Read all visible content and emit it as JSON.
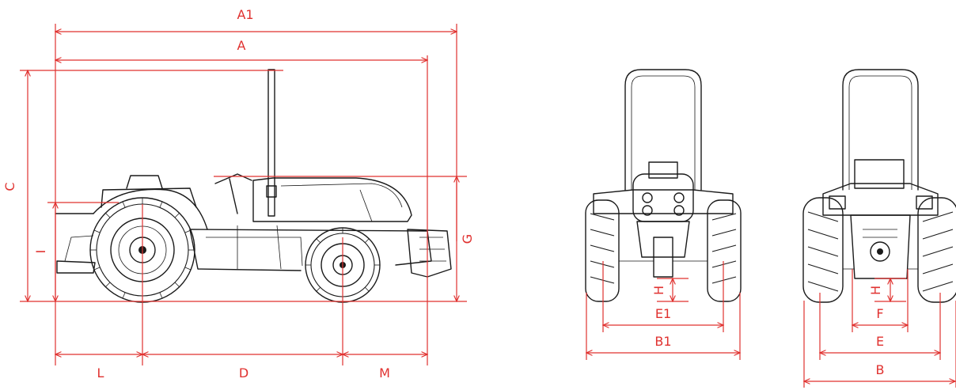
{
  "colors": {
    "dimension": "#e0312f",
    "ink": "#1a1a1a",
    "background": "#ffffff"
  },
  "side_view": {
    "labels": {
      "A1": "A1",
      "A": "A",
      "C": "C",
      "I": "I",
      "G": "G",
      "L": "L",
      "D": "D",
      "M": "M"
    }
  },
  "front_view": {
    "labels": {
      "H": "H",
      "E1": "E1",
      "B1": "B1"
    }
  },
  "rear_view": {
    "labels": {
      "H": "H",
      "F": "F",
      "E": "E",
      "B": "B"
    }
  }
}
